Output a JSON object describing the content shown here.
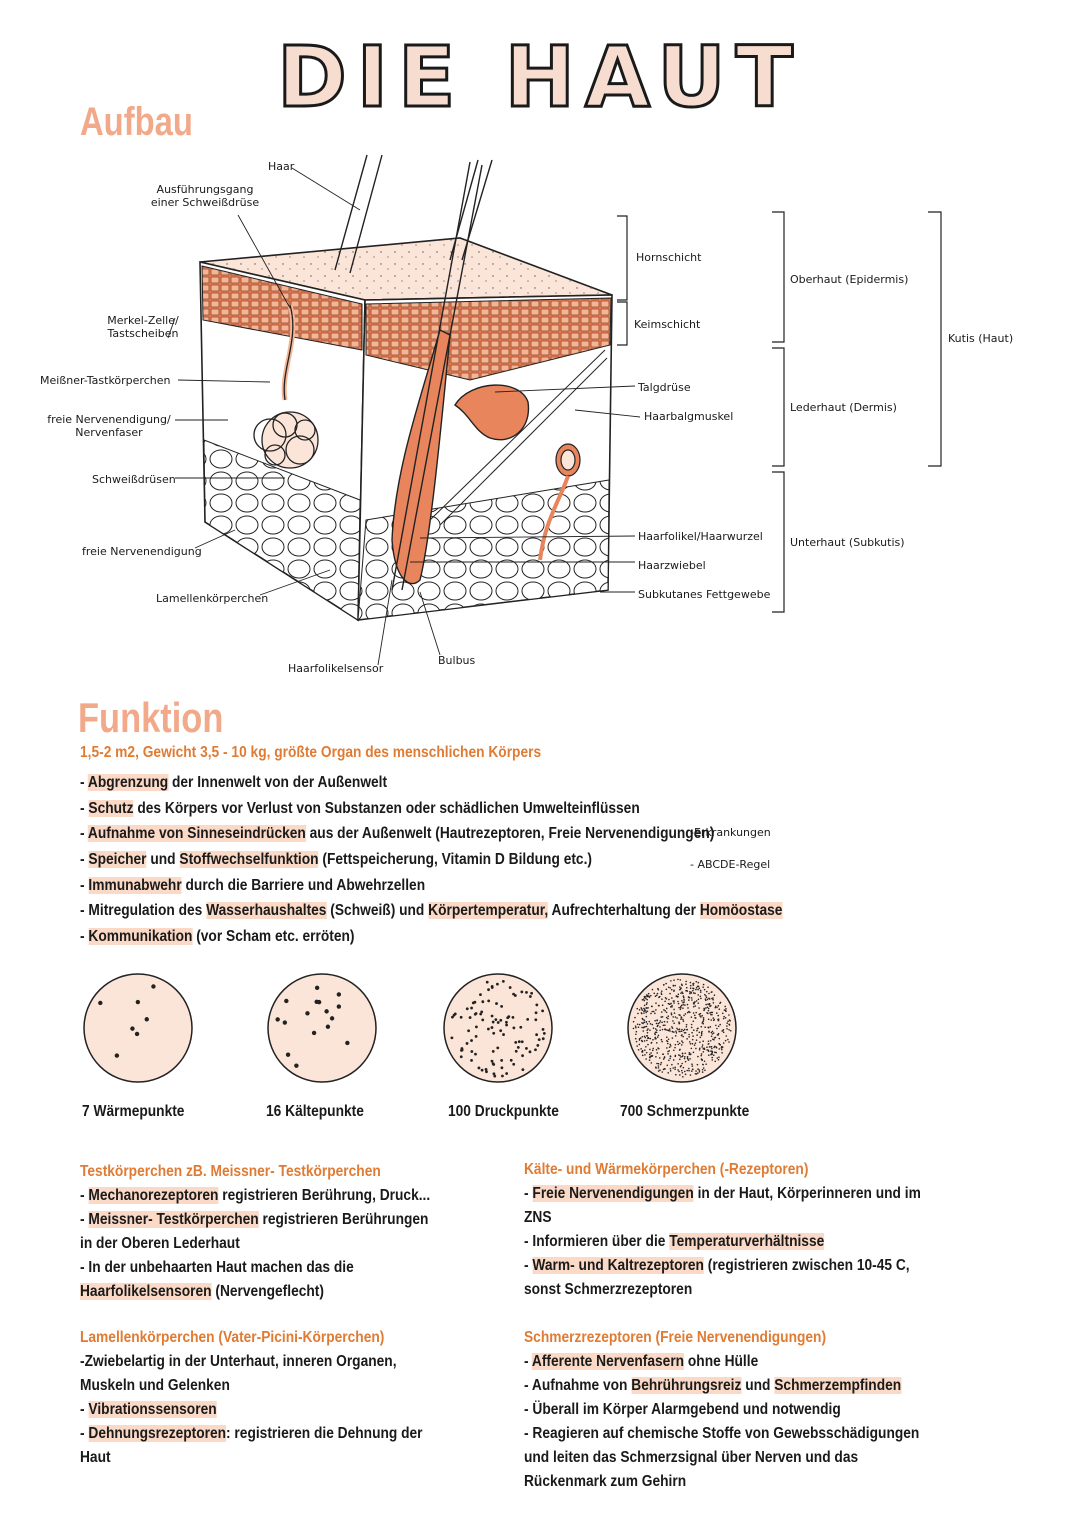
{
  "title": "DIE HAUT",
  "aufbau": {
    "heading": "Aufbau",
    "labels": {
      "haar": "Haar",
      "ausfuehrung": [
        "Ausführungsgang",
        "einer Schweißdrüse"
      ],
      "merkel": [
        "Merkel-Zelle/",
        "Tastscheiben"
      ],
      "meissner": "Meißner-Tastkörperchen",
      "freie1": [
        "freie Nervenendigung/",
        "Nervenfaser"
      ],
      "schweiss": "Schweißdrüsen",
      "freie2": "freie Nervenendigung",
      "lamellen": "Lamellenkörperchen",
      "sensor": "Haarfolikelsensor",
      "bulbus": "Bulbus",
      "hornschicht": "Hornschicht",
      "keimschicht": "Keimschicht",
      "talgdruese": "Talgdrüse",
      "haarbalgmuskel": "Haarbalgmuskel",
      "haarfolikel": "Haarfolikel/Haarwurzel",
      "haarzwiebel": "Haarzwiebel",
      "subkutanes": "Subkutanes Fettgewebe",
      "oberhaut": "Oberhaut (Epidermis)",
      "lederhaut": "Lederhaut (Dermis)",
      "unterhaut": "Unterhaut (Subkutis)",
      "kutis": "Kutis (Haut)"
    }
  },
  "funktion": {
    "heading": "Funktion",
    "intro": "1,5-2 m2, Gewicht 3,5 - 10 kg, größte Organ des menschlichen Körpers",
    "items": [
      [
        {
          "t": "- "
        },
        {
          "t": "Abgrenzung",
          "h": true
        },
        {
          "t": " der Innenwelt von der Außenwelt"
        }
      ],
      [
        {
          "t": "- "
        },
        {
          "t": "Schutz",
          "h": true
        },
        {
          "t": " des Körpers vor Verlust von Substanzen oder schädlichen Umwelteinflüssen"
        }
      ],
      [
        {
          "t": "- "
        },
        {
          "t": "Aufnahme von Sinneseindrücken",
          "h": true
        },
        {
          "t": " aus der Außenwelt (Hautrezeptoren, Freie Nervenendigungen)"
        }
      ],
      [
        {
          "t": "- "
        },
        {
          "t": "Speicher",
          "h": true
        },
        {
          "t": " und "
        },
        {
          "t": "Stoffwechselfunktion",
          "h": true
        },
        {
          "t": " (Fettspeicherung, Vitamin D Bildung etc.)"
        }
      ],
      [
        {
          "t": "- "
        },
        {
          "t": "Immunabwehr",
          "h": true
        },
        {
          "t": " durch die Barriere und Abwehrzellen"
        }
      ],
      [
        {
          "t": "- Mitregulation des "
        },
        {
          "t": "Wasserhaushaltes",
          "h": true
        },
        {
          "t": " (Schweiß) und "
        },
        {
          "t": "Körpertemperatur,",
          "h": true
        },
        {
          "t": " Aufrechterhaltung der "
        },
        {
          "t": "Homöostase",
          "h": true
        }
      ],
      [
        {
          "t": "- "
        },
        {
          "t": "Kommunikation",
          "h": true
        },
        {
          "t": " (vor Scham etc. erröten)"
        }
      ]
    ],
    "side_notes": [
      "-Erkrankungen",
      "- ABCDE-Regel"
    ]
  },
  "points": [
    {
      "label": "7 Wärmepunkte",
      "count": 7
    },
    {
      "label": "16 Kältepunkte",
      "count": 16
    },
    {
      "label": "100 Druckpunkte",
      "count": 100
    },
    {
      "label": "700 Schmerzpunkte",
      "count": 700
    }
  ],
  "colors": {
    "accent": "#e07b33",
    "heading": "#f2a98a",
    "highlight": "#fbd9c7",
    "skin": "#fbe4d8",
    "skin_dark": "#e9855d"
  },
  "sections": {
    "tast": {
      "title": "Testkörperchen zB. Meissner- Testkörperchen",
      "lines": [
        [
          {
            "t": "- "
          },
          {
            "t": "Mechanorezeptoren",
            "h": true
          },
          {
            "t": " registrieren Berührung, Druck..."
          }
        ],
        [
          {
            "t": "- "
          },
          {
            "t": "Meissner- Testkörperchen",
            "h": true
          },
          {
            "t": " registrieren Berührungen"
          }
        ],
        [
          {
            "t": "in der Oberen Lederhaut"
          }
        ],
        [
          {
            "t": "- In der unbehaarten Haut machen das die"
          }
        ],
        [
          {
            "t": "Haarfolikelsensoren",
            "h": true
          },
          {
            "t": " (Nervengeflecht)"
          }
        ]
      ]
    },
    "lamellen": {
      "title": "Lamellenkörperchen (Vater-Picini-Körperchen)",
      "lines": [
        [
          {
            "t": "-Zwiebelartig in der Unterhaut, inneren Organen,"
          }
        ],
        [
          {
            "t": "Muskeln und Gelenken"
          }
        ],
        [
          {
            "t": "- "
          },
          {
            "t": "Vibrationssensoren",
            "h": true
          }
        ],
        [
          {
            "t": "- "
          },
          {
            "t": "Dehnungsrezeptoren",
            "h": true
          },
          {
            "t": ": registrieren die Dehnung der"
          }
        ],
        [
          {
            "t": "Haut"
          }
        ]
      ]
    },
    "kaelte": {
      "title": "Kälte- und Wärmekörperchen (-Rezeptoren)",
      "lines": [
        [
          {
            "t": "- "
          },
          {
            "t": "Freie Nervenendigungen",
            "h": true
          },
          {
            "t": " in der Haut, Körperinneren und im"
          }
        ],
        [
          {
            "t": "ZNS"
          }
        ],
        [
          {
            "t": "- Informieren über die "
          },
          {
            "t": "Temperaturverhältnisse",
            "h": true
          }
        ],
        [
          {
            "t": "- "
          },
          {
            "t": "Warm- und Kaltrezeptoren",
            "h": true
          },
          {
            "t": " (registrieren zwischen 10-45 C,"
          }
        ],
        [
          {
            "t": "sonst Schmerzrezeptoren"
          }
        ]
      ]
    },
    "schmerz": {
      "title": "Schmerzrezeptoren (Freie Nervenendigungen)",
      "lines": [
        [
          {
            "t": "- "
          },
          {
            "t": "Afferente Nervenfasern",
            "h": true
          },
          {
            "t": " ohne Hülle"
          }
        ],
        [
          {
            "t": "- Aufnahme von "
          },
          {
            "t": "Behrührungsreiz",
            "h": true
          },
          {
            "t": " und "
          },
          {
            "t": "Schmerzempfinden",
            "h": true
          }
        ],
        [
          {
            "t": "- Überall im Körper Alarmgebend und notwendig"
          }
        ],
        [
          {
            "t": "- Reagieren auf chemische Stoffe von Gewebsschädigungen"
          }
        ],
        [
          {
            "t": "und leiten das Schmerzsignal über Nerven und das"
          }
        ],
        [
          {
            "t": "Rückenmark zum Gehirn"
          }
        ]
      ]
    }
  }
}
